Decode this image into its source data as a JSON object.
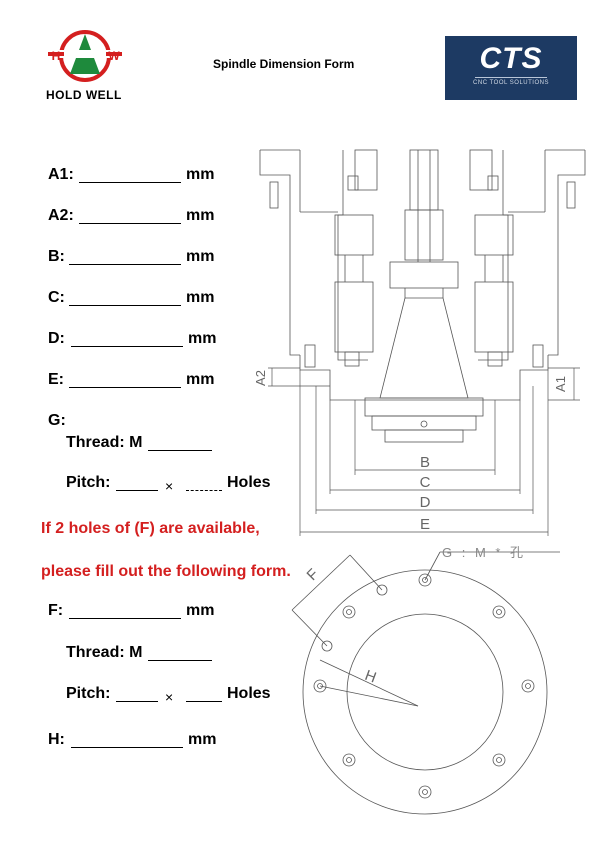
{
  "header": {
    "logo_text": "HOLD WELL",
    "logo_mark": "HW",
    "title": "Spindle Dimension Form",
    "brand": "CTS",
    "brand_tagline": "CNC TOOL SOLUTIONS"
  },
  "form": {
    "a1": "A1:",
    "a2": "A2:",
    "b": "B:",
    "c": "C:",
    "d": "D:",
    "e": "E:",
    "g": "G:",
    "f": "F:",
    "h": "H:",
    "unit": "mm",
    "thread": "Thread: M",
    "pitch": "Pitch:",
    "times": "×",
    "holes": "Holes",
    "note_line1": "If 2 holes of (F) are available,",
    "note_line2": "please fill out the following form."
  },
  "diagram": {
    "label_a1": "A1",
    "label_a2": "A2",
    "label_b": "B",
    "label_c": "C",
    "label_d": "D",
    "label_e": "E",
    "label_f": "F",
    "label_h": "H",
    "label_g": "G : M * 孔"
  },
  "colors": {
    "red": "#d41f1f",
    "brand_bg": "#1d3a63",
    "logo_red": "#d41f1f",
    "logo_green": "#1e8a3c"
  }
}
